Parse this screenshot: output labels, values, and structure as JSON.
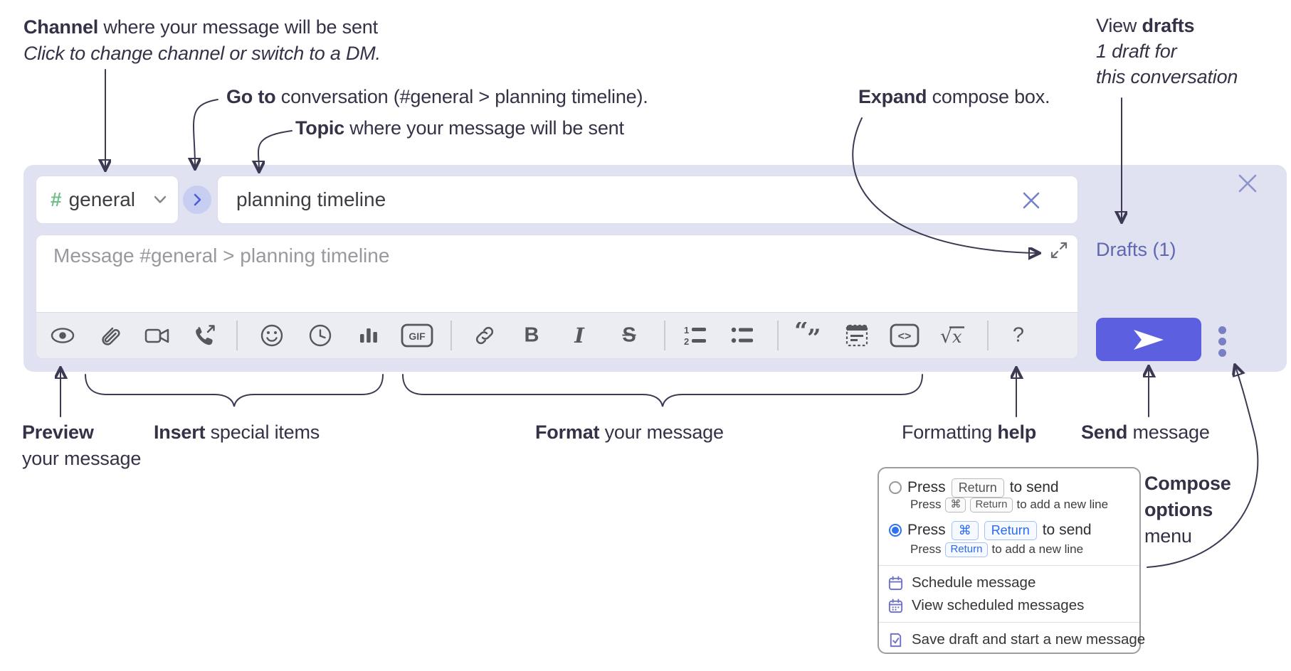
{
  "annotations": {
    "channel": {
      "bold": "Channel",
      "rest": " where your message will be sent",
      "line2": "Click to change channel or switch to a DM."
    },
    "goto": {
      "bold": "Go to",
      "rest": " conversation (#general > planning timeline)."
    },
    "topic": {
      "bold": "Topic",
      "rest": " where your message will be sent"
    },
    "expand": {
      "bold": "Expand",
      "rest": " compose box."
    },
    "view_drafts": {
      "pre": "View ",
      "bold": "drafts",
      "line2": "1 draft for",
      "line3": "this conversation"
    },
    "preview": {
      "bold": "Preview",
      "line2": "your message"
    },
    "insert": {
      "bold": "Insert",
      "rest": " special items"
    },
    "format": {
      "bold": "Format",
      "rest": " your message"
    },
    "formatting_help": {
      "pre": "Formatting ",
      "bold": "help"
    },
    "send": {
      "bold": "Send",
      "rest": " message"
    },
    "compose_options": {
      "line1": "Compose",
      "line2": "options",
      "line3": "menu"
    }
  },
  "compose_box": {
    "channel_selector": {
      "hash": "#",
      "label": "general"
    },
    "topic_input": {
      "value": "planning timeline"
    },
    "message_input": {
      "placeholder": "Message #general > planning timeline"
    },
    "drafts_link": "Drafts (1)",
    "toolbar": {
      "bold": "B",
      "italic": "I",
      "gif": "GIF",
      "code": "<>",
      "math": "√x",
      "help": "?"
    }
  },
  "options_menu": {
    "option1": {
      "pre": "Press",
      "key": "Return",
      "post": "to send",
      "sub_pre": "Press",
      "sub_key1": "⌘",
      "sub_key2": "Return",
      "sub_post": "to add a new line"
    },
    "option2": {
      "pre": "Press",
      "key1": "⌘",
      "key2": "Return",
      "post": "to send",
      "sub_pre": "Press",
      "sub_key": "Return",
      "sub_post": "to add a new line"
    },
    "schedule": "Schedule message",
    "view_scheduled": "View scheduled messages",
    "save_draft": "Save draft and start a new message"
  },
  "colors": {
    "panel": "#e0e2f2",
    "send_button": "#5c5fe0",
    "drafts_link": "#6066b0",
    "key_blue": "#2a6af2",
    "menu_icon_purple": "#6e73c8",
    "hash_green": "#6fc088"
  }
}
